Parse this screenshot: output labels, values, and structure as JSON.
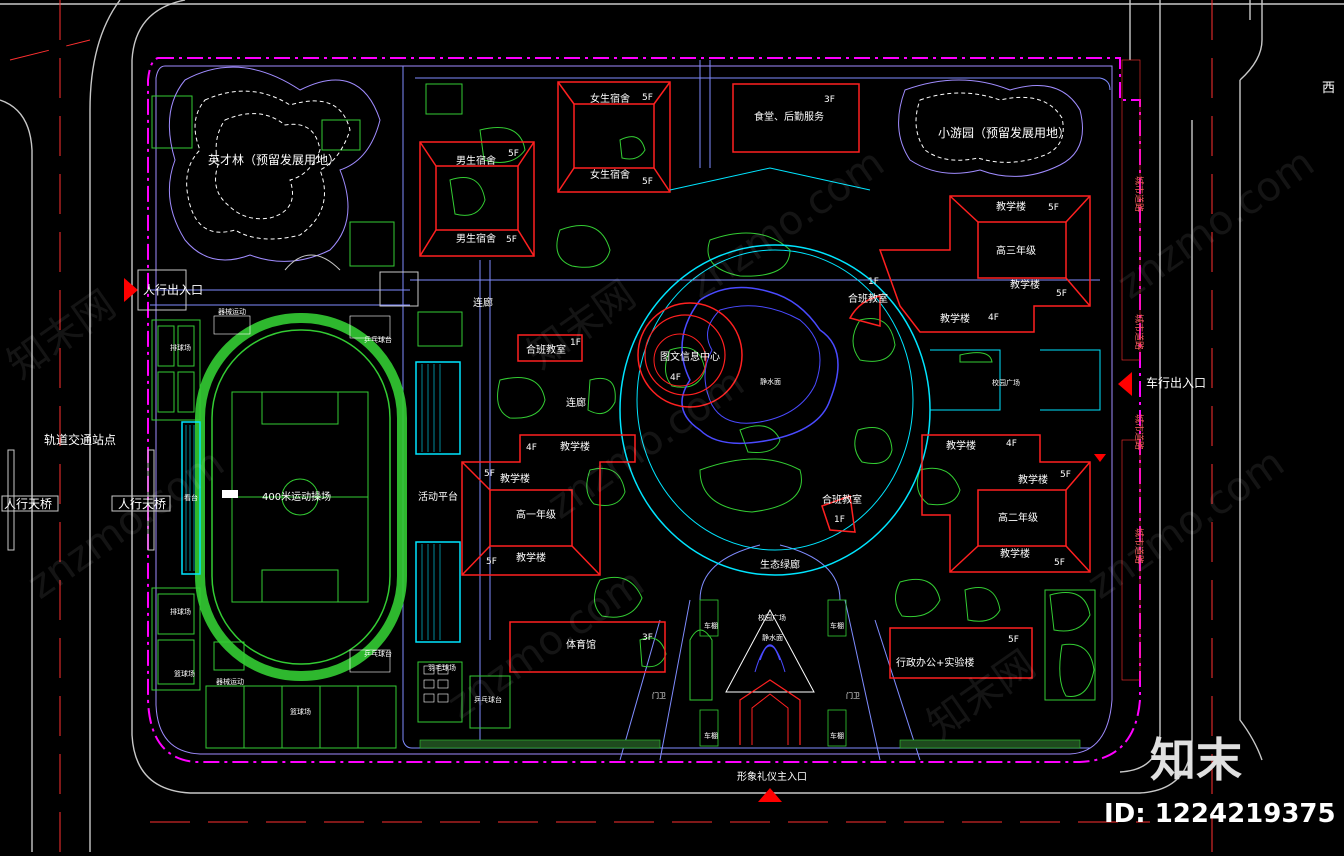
{
  "labels": {
    "talent_forest": "英才林（预留发展用地）",
    "small_garden": "小游园（预留发展用地）",
    "pedestrian_entrance": "人行出入口",
    "vehicle_entrance": "车行出入口",
    "main_entrance": "形象礼仪主入口",
    "rail_station": "轨道交通站点",
    "footbridge_left": "人行天桥",
    "footbridge_mid": "人行天桥",
    "track_field": "400米运动操场",
    "activity_platform": "活动平台",
    "corridor_top": "连廊",
    "corridor_mid": "连廊",
    "library": "图文信息中心",
    "library_floor": "4F",
    "still_water": "静水面",
    "eco_corridor": "生态绿廊",
    "campus_plaza_right": "校园广场",
    "campus_plaza_bottom": "校园广场",
    "still_water_bottom": "静水面",
    "gym": "体育馆",
    "gym_floor": "3F",
    "admin": "行政办公+实验楼",
    "admin_floor": "5F",
    "canteen": "食堂、后勤服务",
    "canteen_floor": "3F",
    "female_dorm_a": "女生宿舍",
    "female_dorm_b": "女生宿舍",
    "male_dorm_a": "男生宿舍",
    "male_dorm_b": "男生宿舍",
    "dorm_floor": "5F",
    "combined_classroom": "合班教室",
    "floor_1f": "1F",
    "teaching_building": "教学楼",
    "floor_4f": "4F",
    "floor_5f": "5F",
    "grade_3": "高三年级",
    "grade_1": "高一年级",
    "grade_2": "高二年级",
    "basketball": "篮球场",
    "badminton": "羽毛球场",
    "volleyball": "排球场",
    "fitness": "器械运动",
    "pingpong": "乒乓球台",
    "stands": "看台",
    "gate_house": "门卫",
    "bike_shed": "车棚",
    "city_road": "城市道路",
    "watermark": "znzmo.com",
    "watermark_cn": "知末网",
    "brand": "知末",
    "image_id": "ID: 1224219375",
    "edge_char": "西"
  },
  "colors": {
    "background": "#000000",
    "building": "#ff2020",
    "boundary": "#ff00ff",
    "green": "#33cc33",
    "cyan": "#00e5ff",
    "path": "#7f8cff",
    "road_edge": "#c8c8c8"
  }
}
